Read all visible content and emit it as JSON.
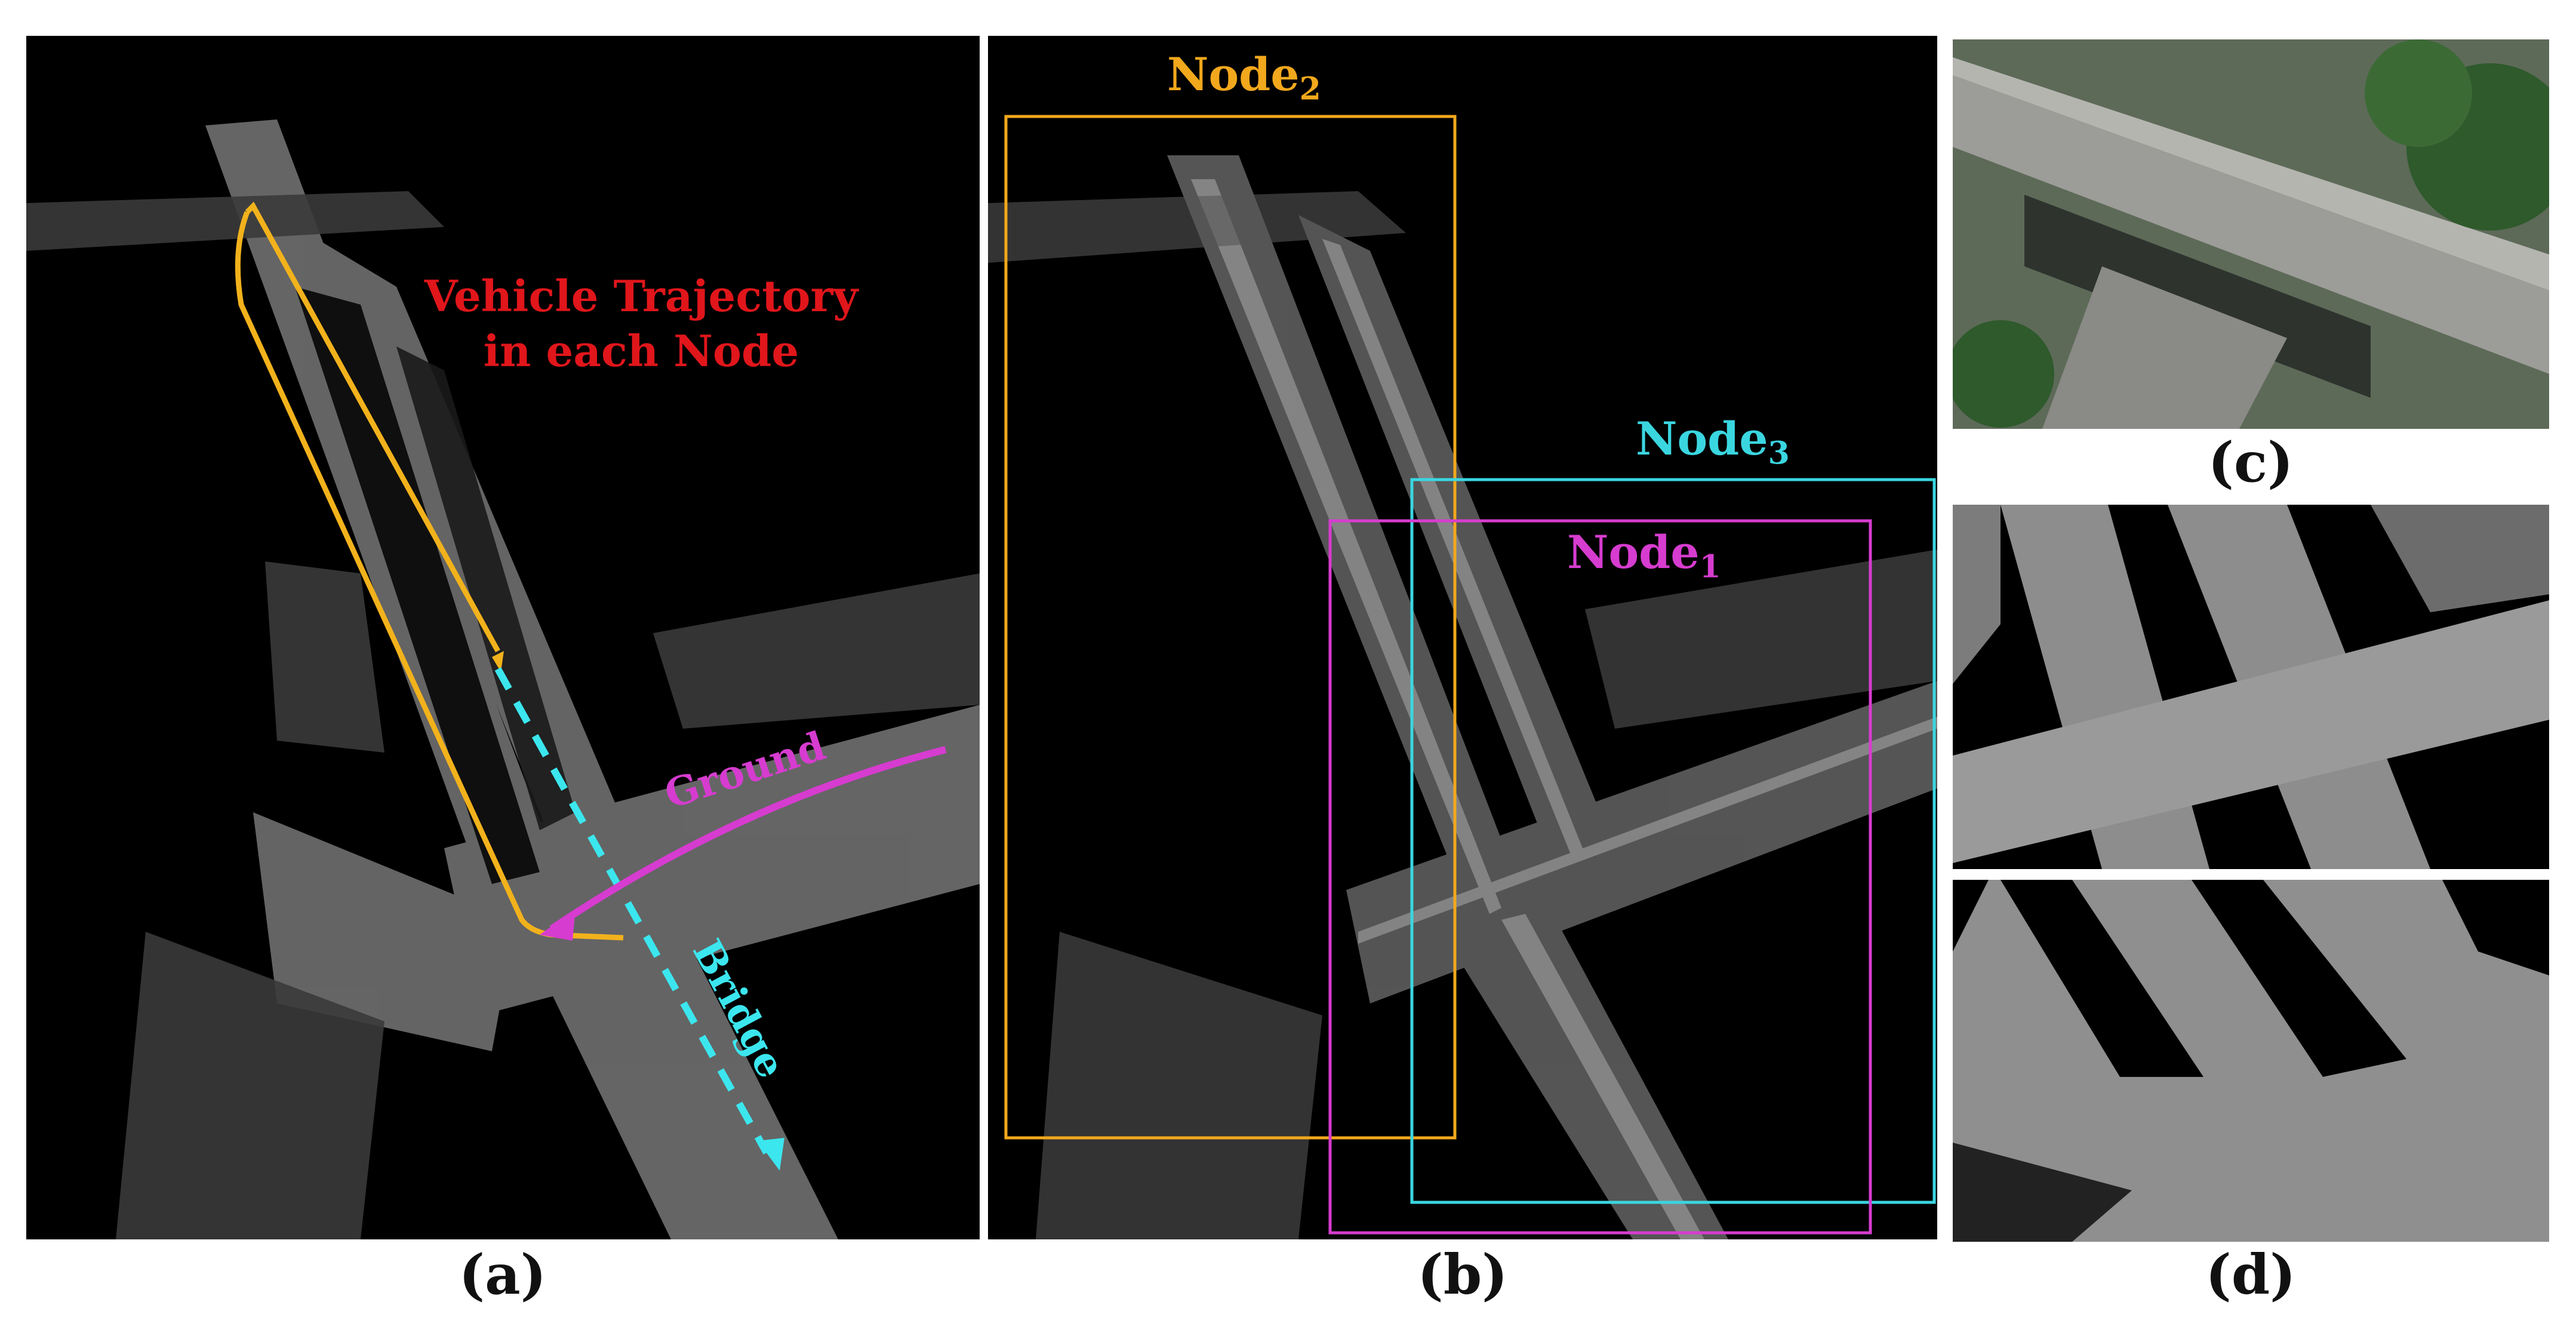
{
  "captions": {
    "a": "(a)",
    "b": "(b)",
    "c": "(c)",
    "d": "(d)"
  },
  "panel_a": {
    "title_line1": "Vehicle Trajectory",
    "title_line2": "in each Node",
    "ground_label": "Ground",
    "bridge_label": "Bridge"
  },
  "panel_b": {
    "node2": {
      "name": "Node",
      "index": "2"
    },
    "node3": {
      "name": "Node",
      "index": "3"
    },
    "node1": {
      "name": "Node",
      "index": "1"
    }
  },
  "colors": {
    "trajectory": "#f2b21c",
    "ground": "#d63ccf",
    "bridge": "#3ce6ee",
    "title": "#e0161b",
    "node2": "#f2a81c",
    "node3": "#3ad6e0",
    "node1": "#d63ccf"
  }
}
